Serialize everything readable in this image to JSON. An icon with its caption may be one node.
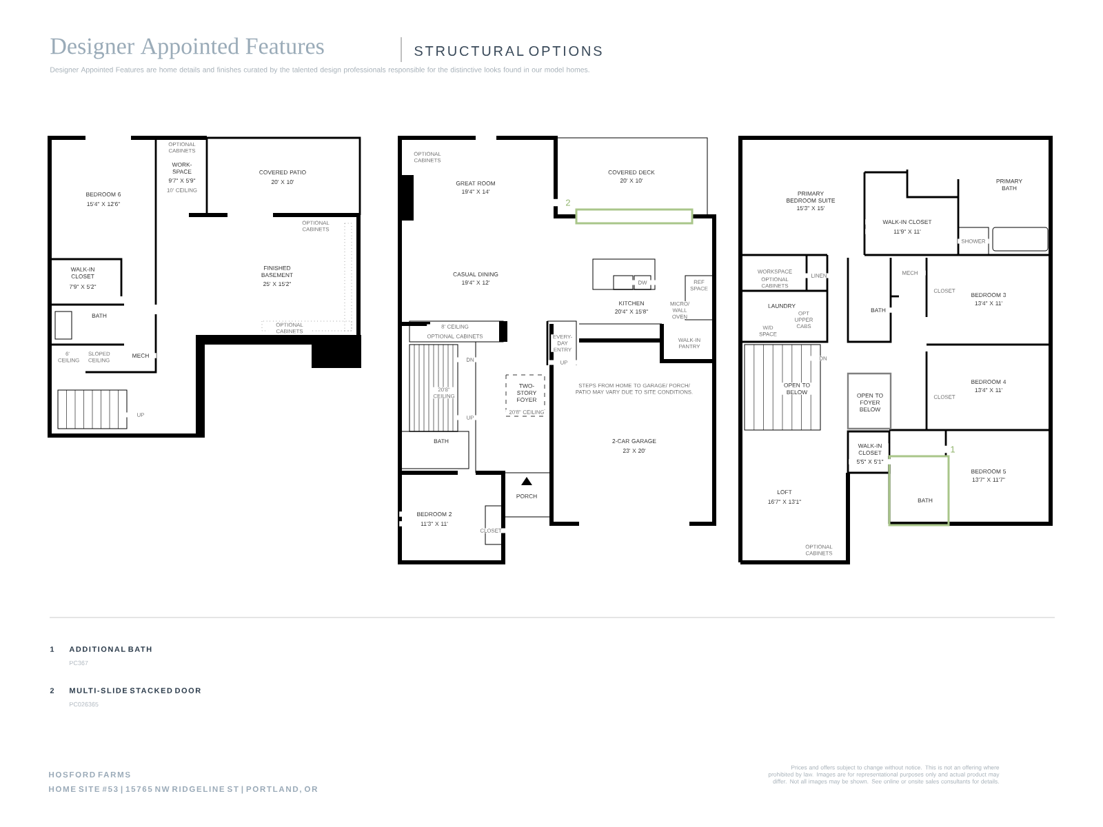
{
  "diagram": {
    "title": "Designer Appointed Features",
    "labels": [
      "STRUCTURAL OPTIONS",
      "Designer Appointed Features are home details and finishes curated by the talented design professionals responsible for the distinctive looks found in our model homes.",
      "OPTIONAL CABINETS",
      "WORK-SPACE",
      "9'7\" X 5'9\"",
      "10' CEILING",
      "COVERED PATIO",
      "20' X 10'",
      "BEDROOM 6",
      "15'4\" X 12'6\"",
      "OPTIONAL CABINETS",
      "FINISHED BASEMENT",
      "25' X 15'2\"",
      "WALK-IN CLOSET",
      "7'9\" X 5'2\"",
      "BATH",
      "OPTIONAL CABINETS",
      "6' CEILING",
      "SLOPED CEILING",
      "MECH",
      "UP",
      "OPTIONAL CABINETS",
      "GREAT ROOM",
      "19'4\" X 14'",
      "COVERED DECK",
      "20' X 10'",
      "2",
      "DW",
      "REF SPACE",
      "CASUAL DINING",
      "19'4\" X 12'",
      "KITCHEN",
      "20'4\" X 15'8\"",
      "MICRO/ WALL OVEN",
      "8' CEILING",
      "OPTIONAL CABINETS",
      "EVERY-DAY ENTRY",
      "UP",
      "WALK-IN PANTRY",
      "DN",
      "20'8\" CEILING",
      "UP",
      "TWO-STORY FOYER",
      "20'8\" CEILING",
      "STEPS FROM HOME TO GARAGE/ PORCH/ PATIO MAY VARY DUE TO SITE CONDITIONS.",
      "2-CAR GARAGE",
      "23' X 20'",
      "BATH",
      "PORCH",
      "BEDROOM 2",
      "11'3\" X 11'",
      "CLOSET",
      "PRIMARY BEDROOM SUITE",
      "15'3\" X 15'",
      "PRIMARY BATH",
      "WALK-IN CLOSET",
      "11'9\" X 11'",
      "SHOWER",
      "WORKSPACE",
      "OPTIONAL CABINETS",
      "LINEN",
      "MECH",
      "CLOSET",
      "BEDROOM 3",
      "13'4\" X 11'",
      "LAUNDRY",
      "W/D SPACE",
      "OPT UPPER CABS",
      "BATH",
      "DN",
      "OPEN TO BELOW",
      "OPEN TO FOYER BELOW",
      "BEDROOM 4",
      "13'4\" X 11'",
      "CLOSET",
      "WALK-IN CLOSET",
      "5'5\" X 5'1\"",
      "1",
      "BEDROOM 5",
      "13'7\" X 11'7\"",
      "BATH",
      "LOFT",
      "16'7\" X 13'1\"",
      "OPTIONAL CABINETS",
      "1",
      "ADDITIONAL BATH",
      "PC367",
      "2",
      "MULTI-SLIDE STACKED DOOR",
      "PC026365",
      "HOSFORD FARMS",
      "HOME SITE #53 | 15765 NW RIDGELINE ST | PORTLAND, OR",
      "Prices and offers subject to change without notice. This is not an offering where prohibited by law. Images are for representational purposes only and actual product may differ. Not all images may be shown. See online or onsite sales consultants for details."
    ]
  }
}
